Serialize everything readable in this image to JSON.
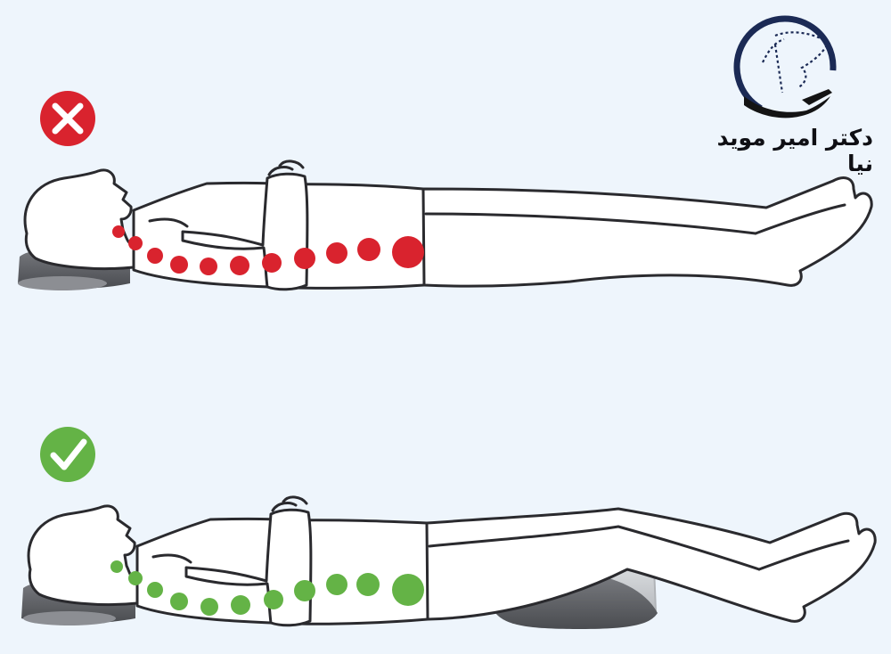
{
  "logo": {
    "name_text": "دکتر امیر موید نیا",
    "ring_color": "#1b2a55",
    "hand_color": "#141414"
  },
  "colors": {
    "background": "#eef5fc",
    "outline": "#2a2a2e",
    "incorrect": "#d9232e",
    "correct": "#64b346",
    "pillow": "#5f6166"
  },
  "panels": [
    {
      "id": "incorrect",
      "status_icon": "cross-icon",
      "spine_dot_color": "#d9232e",
      "knee_support": false
    },
    {
      "id": "correct",
      "status_icon": "check-icon",
      "spine_dot_color": "#64b346",
      "knee_support": true
    }
  ]
}
